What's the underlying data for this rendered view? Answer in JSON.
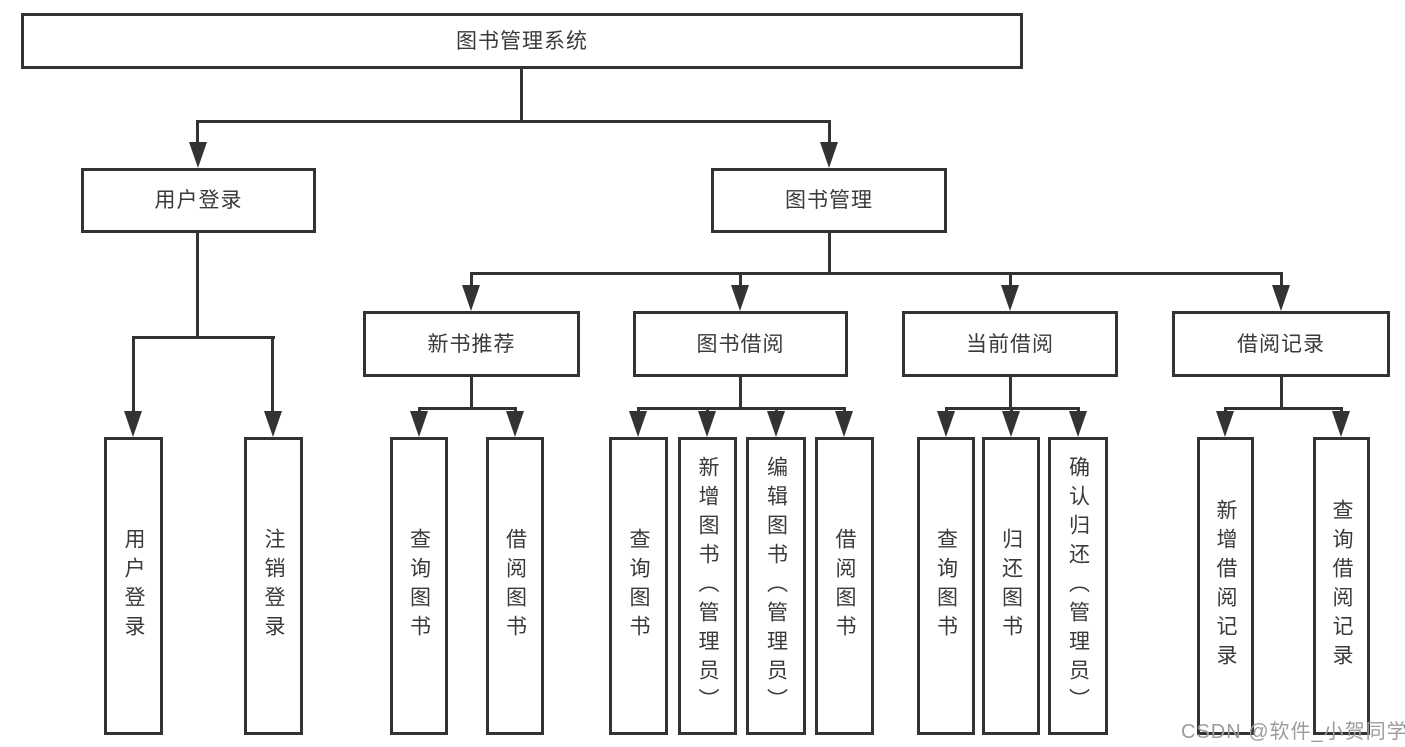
{
  "diagram": {
    "type": "hierarchy-tree",
    "root": {
      "label": "图书管理系统"
    },
    "branches": [
      {
        "label": "用户登录",
        "children": [
          {
            "label": "用户登录"
          },
          {
            "label": "注销登录"
          }
        ]
      },
      {
        "label": "图书管理",
        "children": [
          {
            "label": "新书推荐",
            "children": [
              {
                "label": "查询图书"
              },
              {
                "label": "借阅图书"
              }
            ]
          },
          {
            "label": "图书借阅",
            "children": [
              {
                "label": "查询图书"
              },
              {
                "label": "新增图书（管理员）"
              },
              {
                "label": "编辑图书（管理员）"
              },
              {
                "label": "借阅图书"
              }
            ]
          },
          {
            "label": "当前借阅",
            "children": [
              {
                "label": "查询图书"
              },
              {
                "label": "归还图书"
              },
              {
                "label": "确认归还（管理员）"
              }
            ]
          },
          {
            "label": "借阅记录",
            "children": [
              {
                "label": "新增借阅记录"
              },
              {
                "label": "查询借阅记录"
              }
            ]
          }
        ]
      }
    ]
  },
  "watermark": {
    "text": "CSDN @软件_小贺同学"
  },
  "colors": {
    "line": "#333333",
    "text": "#3a3a3a",
    "box_background": "#ffffff",
    "page_background": "#ffffff",
    "watermark": "#9c9c9c"
  }
}
